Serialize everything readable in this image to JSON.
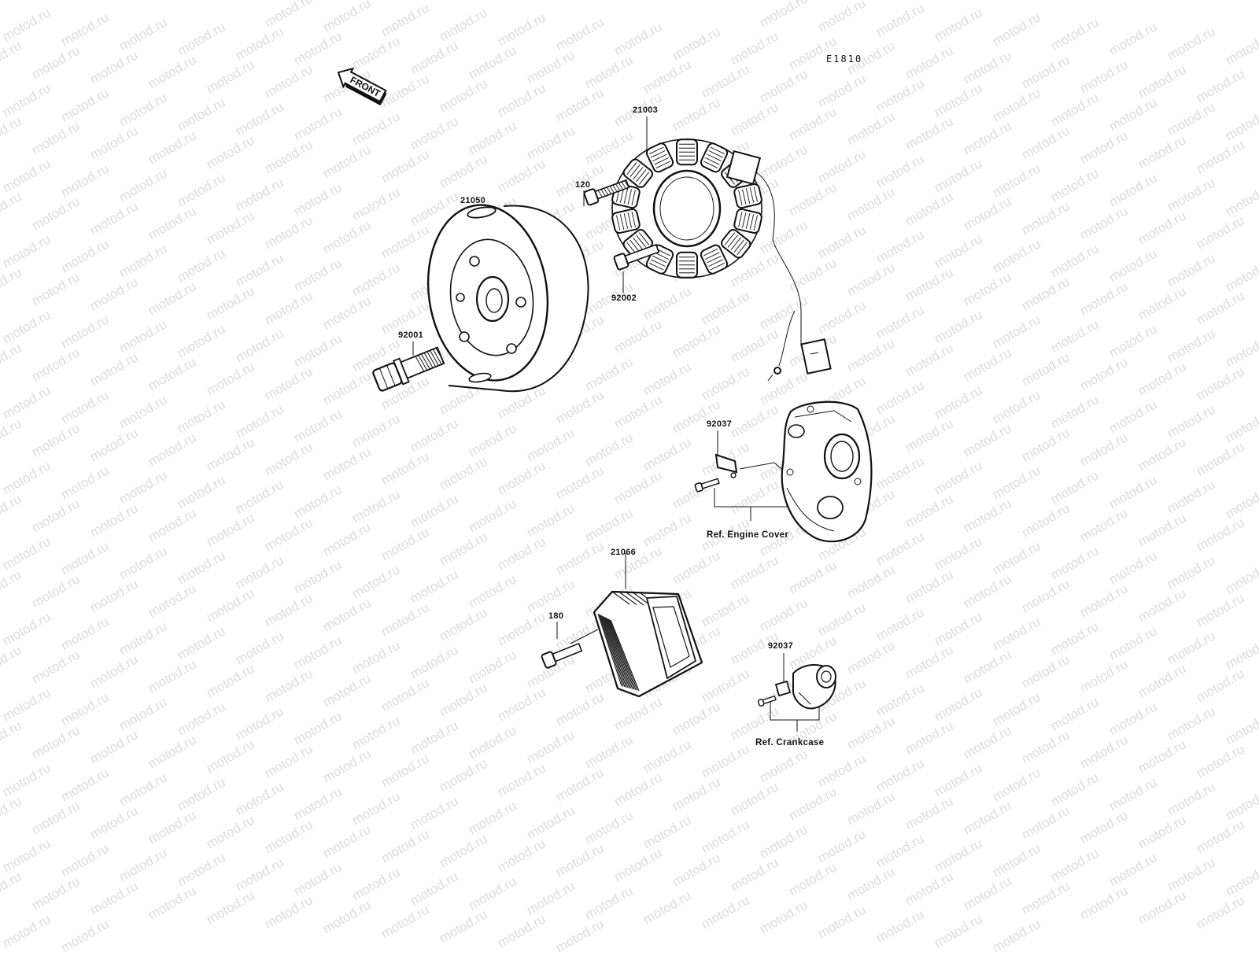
{
  "diagram": {
    "code": "E1810",
    "front_label": "FRONT",
    "watermark": "motod.ru",
    "callouts": {
      "stator": "21003",
      "flywheel": "21050",
      "stator_bolt": "120",
      "stator_bolt_2": "92002",
      "flywheel_bolt": "92001",
      "clamp_upper": "92037",
      "ref_engine_cover": "Ref. Engine Cover",
      "regulator": "21066",
      "regulator_bolt": "180",
      "clamp_lower": "92037",
      "ref_crankcase": "Ref. Crankcase"
    }
  }
}
